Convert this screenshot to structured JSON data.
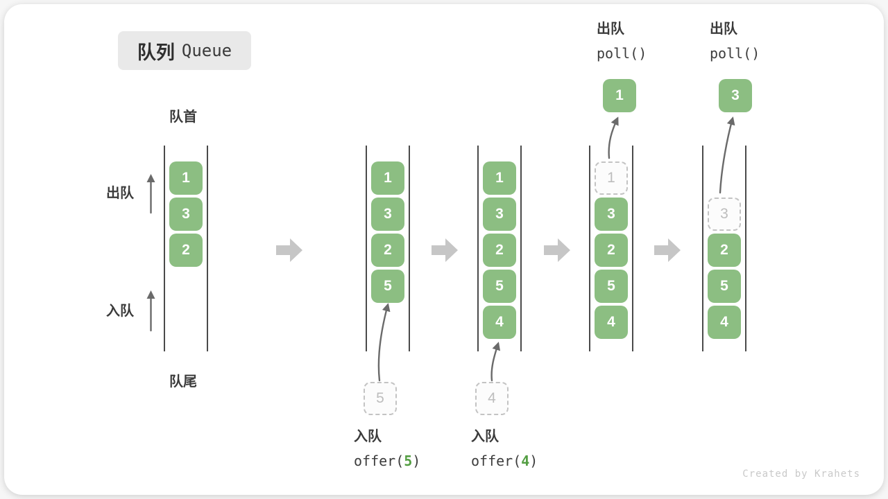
{
  "title": {
    "zh": "队列",
    "en": "Queue"
  },
  "side_labels": {
    "front": "队首",
    "rear": "队尾",
    "dequeue": "出队",
    "enqueue": "入队"
  },
  "watermark": "Created by Krahets",
  "columns": [
    {
      "name": "state-initial",
      "cells": [
        {
          "v": "1",
          "slot": 0
        },
        {
          "v": "3",
          "slot": 1
        },
        {
          "v": "2",
          "slot": 2
        }
      ]
    },
    {
      "name": "state-after-offer-5",
      "cells": [
        {
          "v": "1",
          "slot": 0
        },
        {
          "v": "3",
          "slot": 1
        },
        {
          "v": "2",
          "slot": 2
        },
        {
          "v": "5",
          "slot": 3
        }
      ],
      "enqueue": {
        "label": "入队",
        "value": "5",
        "code_prefix": "offer(",
        "code_suffix": ")"
      }
    },
    {
      "name": "state-after-offer-4",
      "cells": [
        {
          "v": "1",
          "slot": 0
        },
        {
          "v": "3",
          "slot": 1
        },
        {
          "v": "2",
          "slot": 2
        },
        {
          "v": "5",
          "slot": 3
        },
        {
          "v": "4",
          "slot": 4
        }
      ],
      "enqueue": {
        "label": "入队",
        "value": "4",
        "code_prefix": "offer(",
        "code_suffix": ")"
      }
    },
    {
      "name": "state-after-poll-1",
      "cells": [
        {
          "v": "1",
          "slot": 0,
          "ghost": true
        },
        {
          "v": "3",
          "slot": 1
        },
        {
          "v": "2",
          "slot": 2
        },
        {
          "v": "5",
          "slot": 3
        },
        {
          "v": "4",
          "slot": 4
        }
      ],
      "dequeue": {
        "label": "出队",
        "code": "poll()",
        "value": "1"
      }
    },
    {
      "name": "state-after-poll-3",
      "cells": [
        {
          "v": "3",
          "slot": 1,
          "ghost": true
        },
        {
          "v": "2",
          "slot": 2
        },
        {
          "v": "5",
          "slot": 3
        },
        {
          "v": "4",
          "slot": 4
        }
      ],
      "dequeue": {
        "label": "出队",
        "code": "poll()",
        "value": "3"
      }
    }
  ],
  "colors": {
    "cell_green": "#8cbe82",
    "code_green": "#549e43",
    "block_arrow": "#c6c6c6",
    "thin_arrow": "#6a6a6a",
    "wall": "#4a4a4a",
    "text": "#3b3b3b",
    "ghost_border": "#c3c3c3",
    "ghost_text": "#bdbdbd",
    "badge_bg": "#e9e9e9",
    "watermark": "#c9c9c9"
  }
}
